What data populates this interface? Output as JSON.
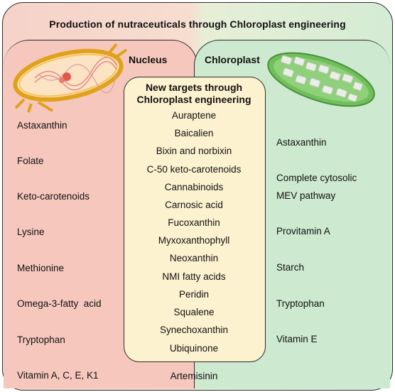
{
  "title": "Production of nutraceuticals through Chloroplast engineering",
  "nucleus": {
    "label": "Nucleus",
    "items": [
      "Astaxanthin",
      "Folate",
      "Keto-carotenoids",
      "Lysine",
      "Methionine",
      "Omega-3-fatty  acid",
      "Tryptophan",
      "Vitamin A, C, E, K1"
    ]
  },
  "chloroplast": {
    "label": "Chloroplast",
    "items": [
      "Astaxanthin",
      "Complete cytosolic",
      "MEV pathway",
      "Provitamin A",
      "Starch",
      "Tryptophan",
      "Vitamin E"
    ]
  },
  "center": {
    "title_line1": "New targets through",
    "title_line2": "Chloroplast engineering",
    "items": [
      "Auraptene",
      "Baicalien",
      "Bixin and norbixin",
      "C-50 keto-carotenoids",
      "Cannabinoids",
      "Carnosic acid",
      "Fucoxanthin",
      "Myxoxanthophyll",
      "Neoxanthin",
      "NMI fatty acids",
      "Peridin",
      "Squalene",
      "Synechoxanthin",
      "Ubiquinone"
    ],
    "shared_bottom": "Artemisinin"
  },
  "colors": {
    "nucleus_bg": "#f6c8bd",
    "chloroplast_bg": "#cde9cf",
    "center_bg": "#fdf2cf",
    "nuclear_envelope": "#e0a11b"
  }
}
